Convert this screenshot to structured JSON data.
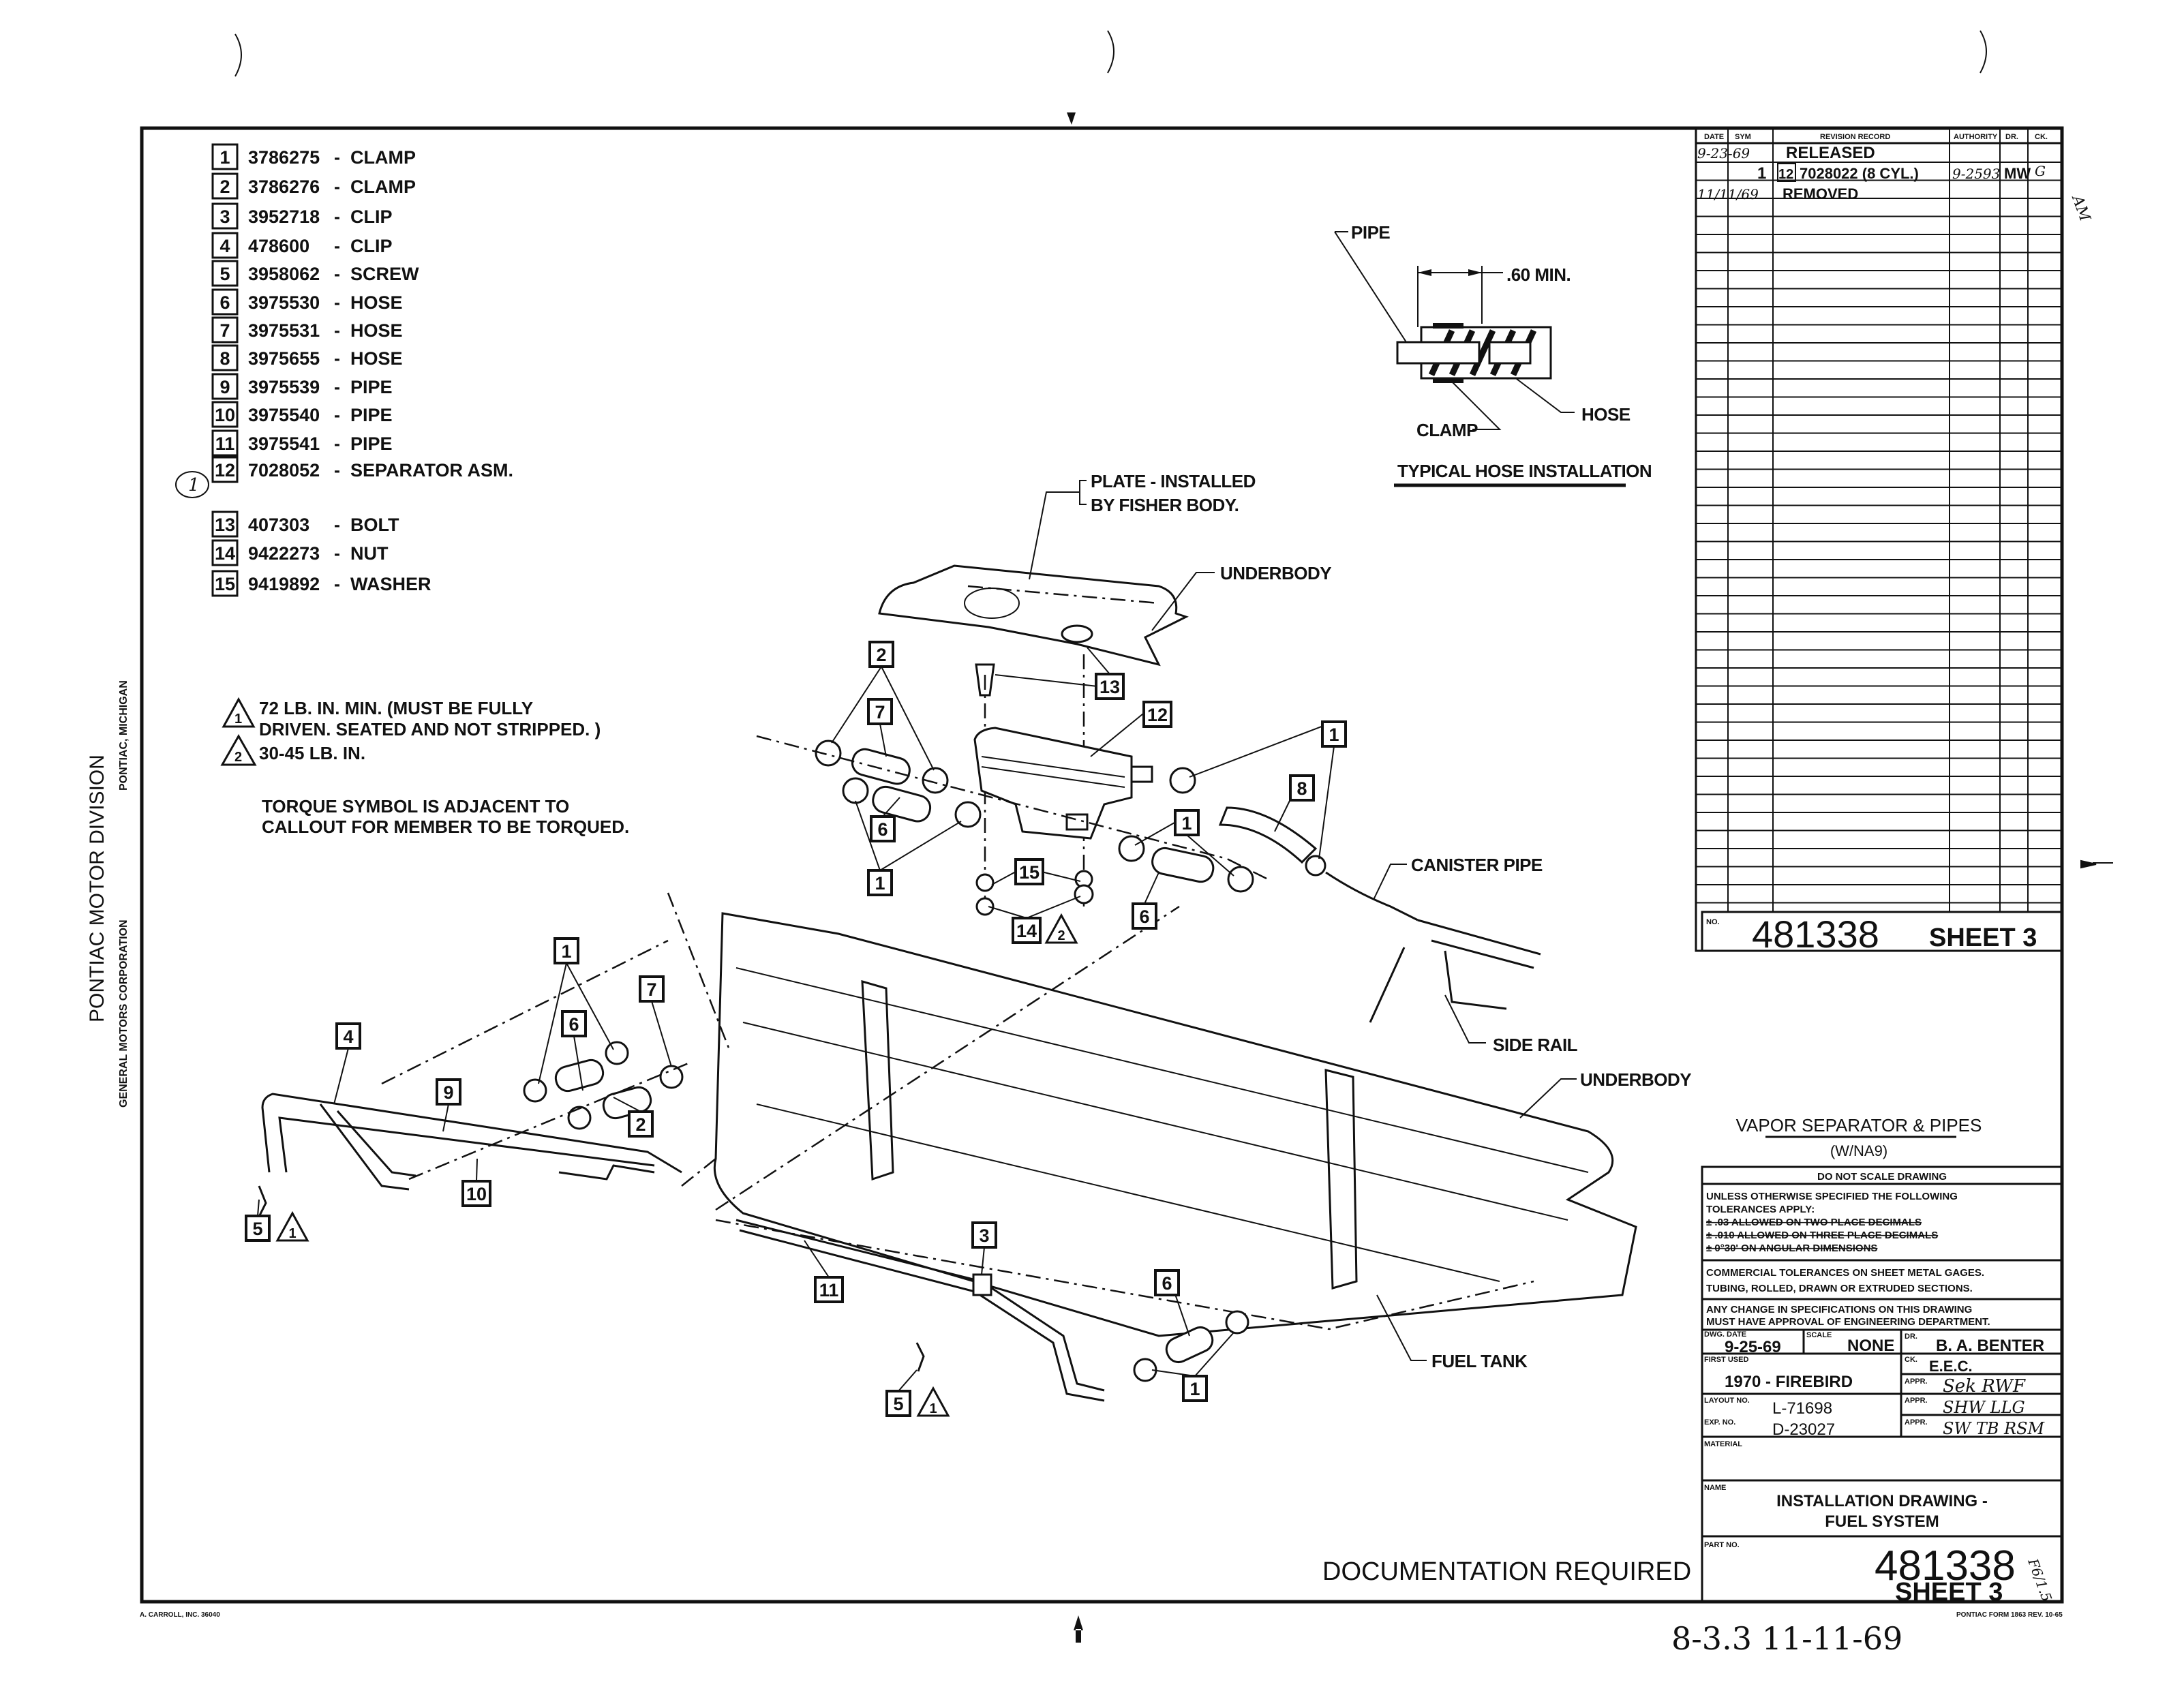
{
  "company": {
    "division": "PONTIAC MOTOR DIVISION",
    "corporation": "GENERAL MOTORS CORPORATION",
    "location": "PONTIAC, MICHIGAN"
  },
  "parts": [
    {
      "no": "1",
      "part": "3786275",
      "name": "CLAMP"
    },
    {
      "no": "2",
      "part": "3786276",
      "name": "CLAMP"
    },
    {
      "no": "3",
      "part": "3952718",
      "name": "CLIP"
    },
    {
      "no": "4",
      "part": "478600",
      "name": "CLIP"
    },
    {
      "no": "5",
      "part": "3958062",
      "name": "SCREW"
    },
    {
      "no": "6",
      "part": "3975530",
      "name": "HOSE"
    },
    {
      "no": "7",
      "part": "3975531",
      "name": "HOSE"
    },
    {
      "no": "8",
      "part": "3975655",
      "name": "HOSE"
    },
    {
      "no": "9",
      "part": "3975539",
      "name": "PIPE"
    },
    {
      "no": "10",
      "part": "3975540",
      "name": "PIPE"
    },
    {
      "no": "11",
      "part": "3975541",
      "name": "PIPE"
    },
    {
      "no": "12",
      "part": "7028052",
      "name": "SEPARATOR ASM."
    },
    {
      "no": "13",
      "part": "407303",
      "name": "BOLT"
    },
    {
      "no": "14",
      "part": "9422273",
      "name": "NUT"
    },
    {
      "no": "15",
      "part": "9419892",
      "name": "WASHER"
    }
  ],
  "revision_marker": "1",
  "dash": "-",
  "notes": {
    "torque1_no": "1",
    "torque1_line1": "72 LB. IN. MIN.  (MUST BE FULLY",
    "torque1_line2": "DRIVEN.  SEATED AND NOT STRIPPED. )",
    "torque2_no": "2",
    "torque2_line1": "30-45 LB. IN.",
    "symbol_line1": "TORQUE SYMBOL IS ADJACENT TO",
    "symbol_line2": "CALLOUT FOR MEMBER TO BE TORQUED."
  },
  "hose_inset": {
    "pipe": "PIPE",
    "dimension": ".60 MIN.",
    "clamp": "CLAMP",
    "hose": "HOSE",
    "title": "TYPICAL HOSE INSTALLATION"
  },
  "labels": {
    "plate_line1": "PLATE - INSTALLED",
    "plate_line2": "BY FISHER BODY.",
    "underbody_top": "UNDERBODY",
    "canister_pipe": "CANISTER PIPE",
    "side_rail": "SIDE RAIL",
    "underbody_right": "UNDERBODY",
    "fuel_tank": "FUEL TANK",
    "documentation_required": "DOCUMENTATION   REQUIRED"
  },
  "callouts": [
    "2",
    "7",
    "6",
    "1",
    "13",
    "12",
    "1",
    "8",
    "1",
    "15",
    "6",
    "14",
    "1",
    "4",
    "7",
    "6",
    "9",
    "2",
    "10",
    "5",
    "3",
    "11",
    "6",
    "1",
    "5"
  ],
  "torque_flags": [
    "2",
    "1",
    "1"
  ],
  "revision_block": {
    "headers": {
      "date": "DATE",
      "sym": "SYM",
      "record": "REVISION RECORD",
      "authority": "AUTHORITY",
      "dr": "DR.",
      "ck": "CK."
    },
    "rows": [
      {
        "date": "9-23-69",
        "sym": "",
        "record": "RELEASED",
        "authority": "",
        "dr": "",
        "ck": ""
      },
      {
        "date": "11/11/69",
        "sym": "1",
        "record_box": "12",
        "record": "7028022 (8 CYL.)",
        "record2": "REMOVED",
        "authority": "9-2593",
        "dr": "MW",
        "ck": "G"
      }
    ],
    "margin_initials": "AM"
  },
  "number_box": {
    "label": "NO.",
    "number": "481338",
    "sheet": "SHEET 3"
  },
  "title_block": {
    "title": "VAPOR SEPARATOR & PIPES",
    "subtitle": "(W/NA9)",
    "do_not_scale": "DO NOT SCALE DRAWING",
    "tolerance_line1": "UNLESS OTHERWISE SPECIFIED THE FOLLOWING",
    "tolerance_line2": "TOLERANCES APPLY:",
    "struck1": "± .03 ALLOWED ON TWO PLACE DECIMALS",
    "struck2": "± .010 ALLOWED ON THREE PLACE DECIMALS",
    "struck3": "± 0°30' ON ANGULAR DIMENSIONS",
    "commercial_line1": "COMMERCIAL TOLERANCES ON SHEET METAL GAGES.",
    "commercial_line2": "TUBING, ROLLED, DRAWN OR EXTRUDED SECTIONS.",
    "change_line1": "ANY CHANGE IN SPECIFICATIONS ON THIS DRAWING",
    "change_line2": "MUST HAVE APPROVAL OF ENGINEERING DEPARTMENT.",
    "dwg_date_label": "DWG. DATE",
    "dwg_date": "9-25-69",
    "scale_label": "SCALE",
    "scale": "NONE",
    "dr_label": "DR.",
    "drawn_by": "B. A. BENTER",
    "first_used_label": "FIRST USED",
    "first_used": "1970 - FIREBIRD",
    "ck_label": "CK.",
    "checked_by": "E.E.C.",
    "appr_label": "APPR.",
    "appr1": "Sek  RWF",
    "appr2": "SHW  LLG",
    "appr3": "SW TB  RSM",
    "layout_label": "LAYOUT NO.",
    "layout_no": "L-71698",
    "exp_label": "EXP. NO.",
    "exp_no": "D-23027",
    "material_label": "MATERIAL",
    "name_label": "NAME",
    "name_line1": "INSTALLATION DRAWING -",
    "name_line2": "FUEL SYSTEM",
    "part_no_label": "PART NO.",
    "part_no": "481338",
    "sheet": "SHEET 3",
    "part_note": "F6/1.5"
  },
  "footer": {
    "printer": "A. CARROLL, INC. 36040",
    "form": "PONTIAC FORM 1863 REV. 10-65",
    "handwritten": "8-3.3   11-11-69"
  }
}
